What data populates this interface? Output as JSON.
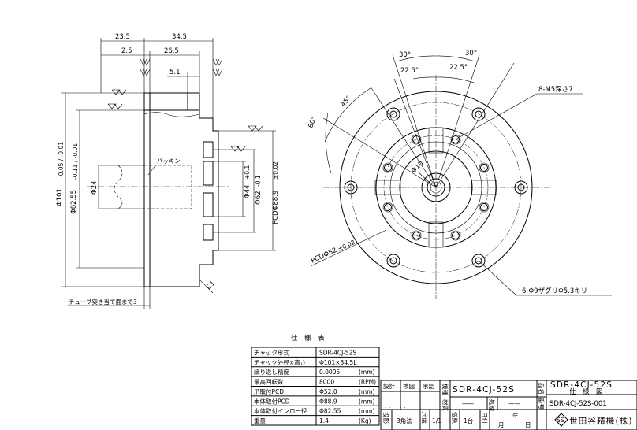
{
  "side_view": {
    "dims": {
      "w23_5": "23.5",
      "w34_5": "34.5",
      "w2_5": "2.5",
      "w26_5": "26.5",
      "w5_1": "5.1",
      "d101": "Φ101",
      "d101_tol": "-0.05 / -0.01",
      "d82_55": "Φ82.55",
      "d82_55_tol": "-0.11 / -0.01",
      "d24": "Φ24",
      "d44": "Φ44",
      "d44_tol": "+0.1",
      "d62": "Φ62",
      "d62_tol": "-0.1",
      "pcd88": "PCDΦ88.9",
      "pcd88_tol": "±0.02",
      "chamfer": "C1",
      "seal_label": "パッキン",
      "tube_note": "チューブ突き当て面まで3"
    }
  },
  "front_view": {
    "ang30a": "30°",
    "ang30b": "30°",
    "ang22_5a": "22.5°",
    "ang22_5b": "22.5°",
    "ang45": "45°",
    "ang60": "60°",
    "bolt_holes": "8-M5深さ7",
    "d10": "Φ10",
    "pcd52": "PCDΦ52",
    "pcd52_tol": "±0.02",
    "cbore_holes": "6-Φ9ザグリΦ5.3キリ"
  },
  "spec_table": {
    "title": "仕　様　表",
    "rows": [
      {
        "label": "チャック形式",
        "value": "SDR-4CJ-52S",
        "unit": ""
      },
      {
        "label": "チャック外径×高さ",
        "value": "Φ101×34.5L",
        "unit": ""
      },
      {
        "label": "繰り返し精度",
        "value": "0.0005",
        "unit": "(mm)"
      },
      {
        "label": "最高回転数",
        "value": "8000",
        "unit": "(RPM)"
      },
      {
        "label": "爪取付PCD",
        "value": "Φ52.0",
        "unit": "(mm)"
      },
      {
        "label": "本体取付PCD",
        "value": "Φ88.9",
        "unit": "(mm)"
      },
      {
        "label": "本体取付インロー径",
        "value": "Φ82.55",
        "unit": "(mm)"
      },
      {
        "label": "重量",
        "value": "1.4",
        "unit": "(Kg)"
      }
    ]
  },
  "title_block": {
    "design": "設計",
    "check": "検図",
    "approve": "承認",
    "model_label": "機種",
    "model": "SDR-4CJ-52S",
    "material_label": "材質",
    "material": "——",
    "treatment_label": "処理",
    "treatment": "——",
    "name_label": "品名",
    "name_line1": "SDR-4CJ-52S",
    "name_line2": "仕　様　図",
    "drawing_no_label": "番号",
    "drawing_no": "SDR-4CJ-52S-001",
    "projection_label": "投影",
    "projection": "3角法",
    "scale_label": "尺度",
    "scale": "1/1",
    "qty_label": "個数",
    "qty": "1台",
    "date_label": "日付",
    "date_year": "年",
    "date_month": "月",
    "date_day": "日",
    "dots": ". .  . .  . .",
    "company": "世田谷精機(株)",
    "logo_text": "SS"
  }
}
